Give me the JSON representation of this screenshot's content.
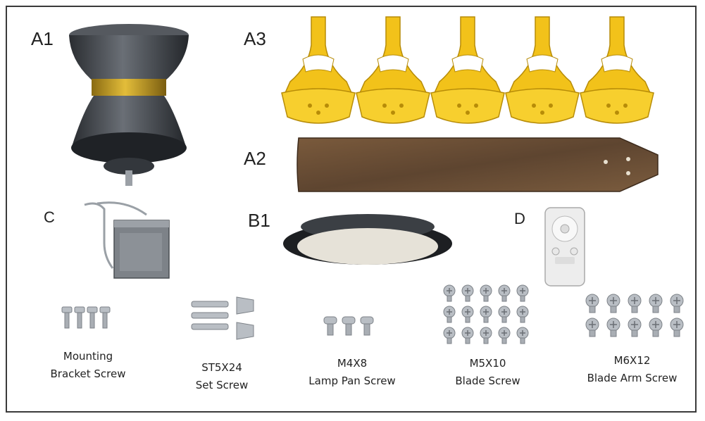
{
  "labels": {
    "a1": "A1",
    "a2": "A2",
    "a3": "A3",
    "b1": "B1",
    "c": "C",
    "d": "D"
  },
  "captions": [
    {
      "line1": "Mounting",
      "line2": "Bracket Screw"
    },
    {
      "line1": "ST5X24",
      "line2": "Set Screw"
    },
    {
      "line1": "M4X8",
      "line2": "Lamp Pan Screw"
    },
    {
      "line1": "M5X10",
      "line2": "Blade Screw"
    },
    {
      "line1": "M6X12",
      "line2": "Blade Arm Screw"
    }
  ],
  "colors": {
    "frame": "#3a3a3a",
    "motor": "#3d4147",
    "band": "#c9a227",
    "arm": "#f2c21a",
    "blade": "#6b4e34",
    "lamp": "#e6e2d8",
    "remote": "#ececec",
    "screw": "#b9bec4"
  }
}
